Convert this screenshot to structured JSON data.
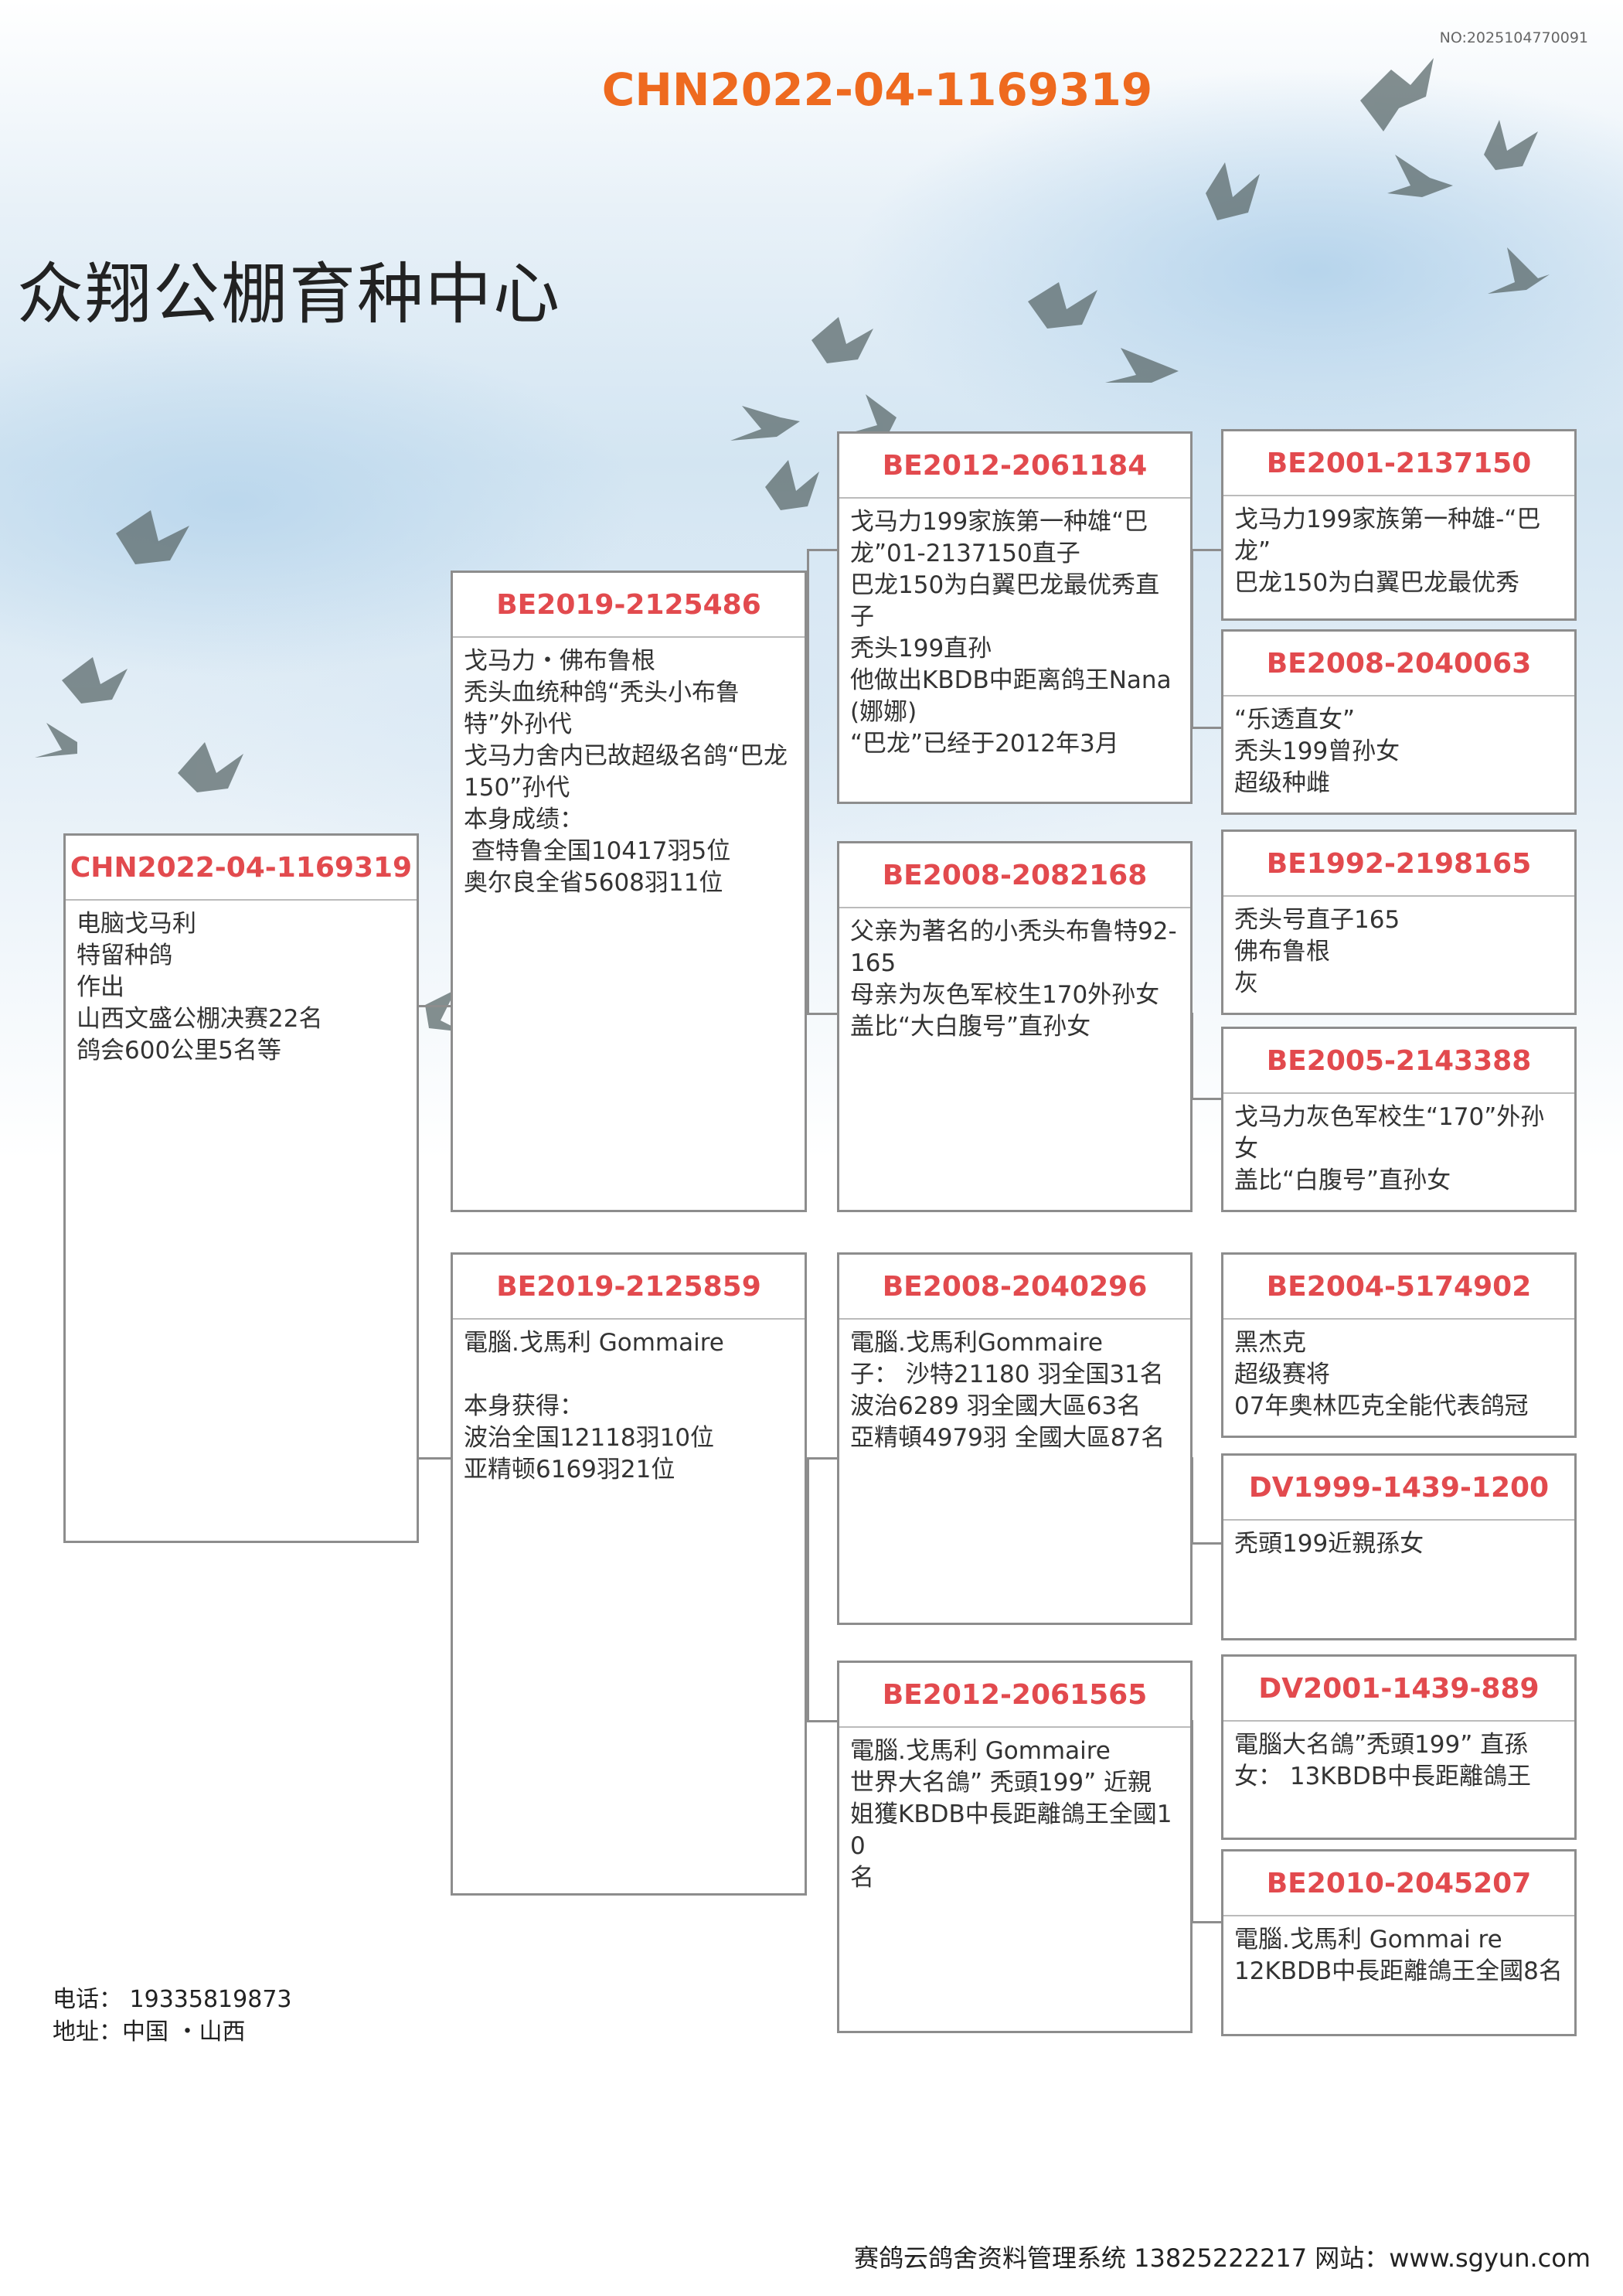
{
  "doc_no": "NO:2025104770091",
  "ring_title": "CHN2022-04-1169319",
  "loft_name": "众翔公棚育种中心",
  "subject": {
    "ring": "CHN2022-04-1169319",
    "text": "电脑戈马利\n特留种鸽\n作出\n山西文盛公棚决赛22名\n鸽会600公里5名等"
  },
  "sire": {
    "ring": "BE2019-2125486",
    "text": "戈马力・佛布鲁根\n秃头血统种鸽“秃头小布鲁特”外孙代\n戈马力舍内已故超级名鸽“巴龙150”孙代\n本身成绩：\n 查特鲁全国10417羽5位\n奥尔良全省5608羽11位"
  },
  "dam": {
    "ring": "BE2019-2125859",
    "text": "電腦.戈馬利 Gommaire\n\n本身获得：\n波治全国12118羽10位\n亚精顿6169羽21位"
  },
  "ss": {
    "ring": "BE2012-2061184",
    "text": "戈马力199家族第一种雄“巴龙”01-2137150直子\n巴龙150为白翼巴龙最优秀直子\n秃头199直孙\n他做出KBDB中距离鸽王Nana(娜娜)\n“巴龙”已经于2012年3月"
  },
  "sd": {
    "ring": "BE2008-2082168",
    "text": "父亲为著名的小秃头布鲁特92-165\n母亲为灰色军校生170外孙女\n盖比“大白腹号”直孙女"
  },
  "ds": {
    "ring": "BE2008-2040296",
    "text": "電腦.戈馬利Gommaire\n子： 沙特21180 羽全国31名\n波治6289 羽全國大區63名\n亞精頓4979羽 全國大區87名"
  },
  "dd": {
    "ring": "BE2012-2061565",
    "text": "電腦.戈馬利 Gommaire\n世界大名鴿” 秃頭199” 近親\n姐獲KBDB中長距離鴿王全國10\n名"
  },
  "sss": {
    "ring": "BE2001-2137150",
    "text": "戈马力199家族第一种雄-“巴龙”\n巴龙150为白翼巴龙最优秀"
  },
  "ssd": {
    "ring": "BE2008-2040063",
    "text": "“乐透直女”\n秃头199曾孙女\n超级种雌"
  },
  "sds": {
    "ring": "BE1992-2198165",
    "text": "秃头号直子165\n佛布鲁根\n灰"
  },
  "sdd": {
    "ring": "BE2005-2143388",
    "text": "戈马力灰色军校生“170”外孙女\n盖比“白腹号”直孙女"
  },
  "dss": {
    "ring": "BE2004-5174902",
    "text": "黑杰克\n超级赛将\n07年奥林匹克全能代表鸽冠"
  },
  "dsd": {
    "ring": "DV1999-1439-1200",
    "text": "秃頭199近親孫女"
  },
  "dds": {
    "ring": "DV2001-1439-889",
    "text": "電腦大名鴿”秃頭199” 直孫\n女： 13KBDB中長距離鴿王"
  },
  "ddd": {
    "ring": "BE2010-2045207",
    "text": "電腦.戈馬利 Gommai re\n12KBDB中長距離鴿王全國8名"
  },
  "contact": {
    "phone": "电话： 19335819873",
    "address": "地址：中国 ・山西"
  },
  "footer": "赛鸽云鸽舍资料管理系统  13825222217  网站：www.sgyun.com"
}
